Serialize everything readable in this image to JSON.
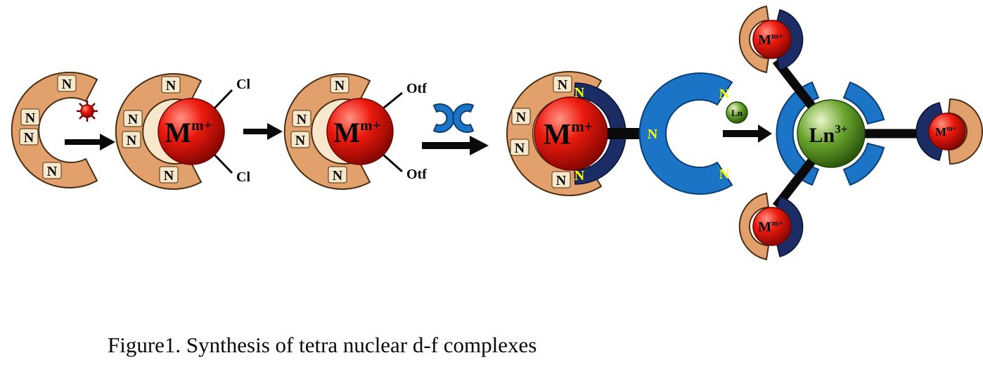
{
  "caption": "Figure1. Synthesis of tetra nuclear d-f complexes",
  "labels": {
    "n": "N",
    "m": "M",
    "m_charge": "m+",
    "cl": "Cl",
    "otf": "Otf",
    "ln": "Ln",
    "ln_charge": "3+"
  },
  "colors": {
    "background": "#ffffff",
    "ink": "#0a0a0a",
    "tan": "#e2a06c",
    "tan_light": "#f7e7cb",
    "tan_stroke": "#4a2f12",
    "red_hi": "#ff9382",
    "red_mid": "#ed1a0e",
    "red_dark": "#720300",
    "blue": "#1b74c5",
    "blue_stroke": "#0b3e76",
    "navy": "#1c2d66",
    "navy_stroke": "#0a1233",
    "green_hi": "#eaf6c9",
    "green_mid": "#6aa42e",
    "green_dark": "#1e4505",
    "yellow": "#ffff00"
  }
}
